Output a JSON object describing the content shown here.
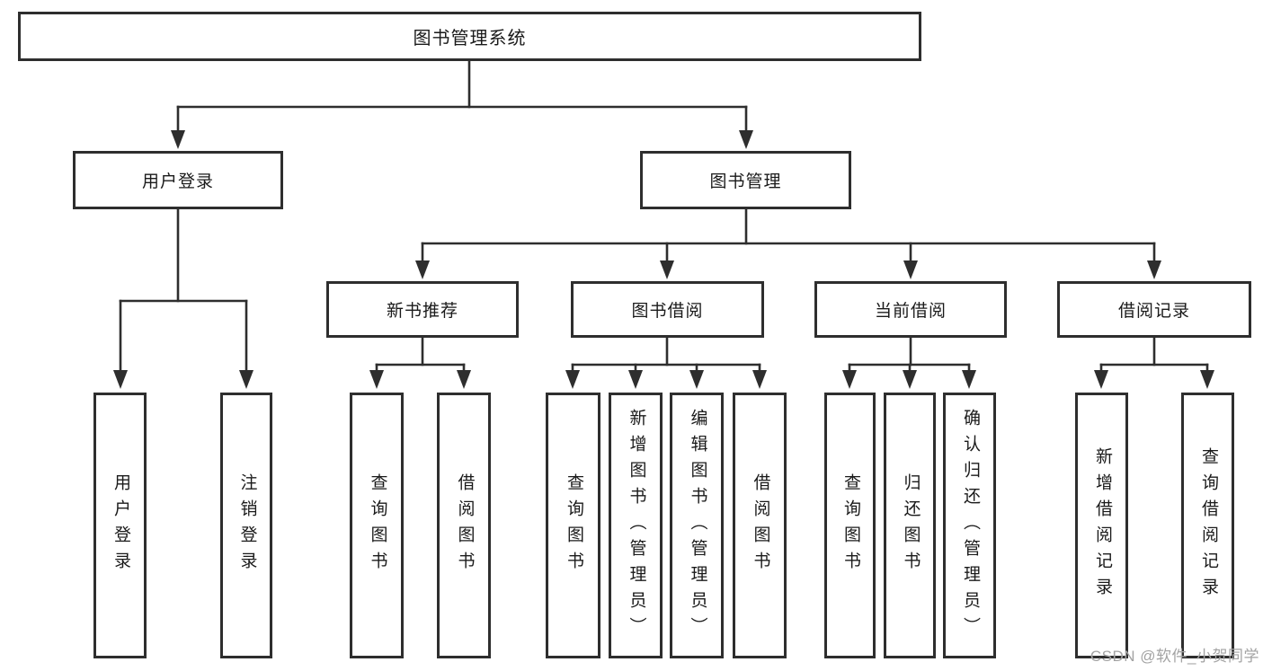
{
  "tree": {
    "root": {
      "label": "图书管理系统",
      "children": [
        {
          "label": "用户登录",
          "children": [
            {
              "label": "用户登录"
            },
            {
              "label": "注销登录"
            }
          ]
        },
        {
          "label": "图书管理",
          "children": [
            {
              "label": "新书推荐",
              "children": [
                {
                  "label": "查询图书"
                },
                {
                  "label": "借阅图书"
                }
              ]
            },
            {
              "label": "图书借阅",
              "children": [
                {
                  "label": "查询图书"
                },
                {
                  "label": "新增图书（管理员）"
                },
                {
                  "label": "编辑图书（管理员）"
                },
                {
                  "label": "借阅图书"
                }
              ]
            },
            {
              "label": "当前借阅",
              "children": [
                {
                  "label": "查询图书"
                },
                {
                  "label": "归还图书"
                },
                {
                  "label": "确认归还（管理员）"
                }
              ]
            },
            {
              "label": "借阅记录",
              "children": [
                {
                  "label": "新增借阅记录"
                },
                {
                  "label": "查询借阅记录"
                }
              ]
            }
          ]
        }
      ]
    }
  },
  "watermark": {
    "text": "CSDN @软件_小贺同学"
  },
  "colors": {
    "line": "#2e2e2e",
    "box_border": "#2e2e2e",
    "box_background": "#ffffff",
    "text": "#1a1a1a",
    "watermark_text": "#a3a3a3",
    "page_background": "#ffffff"
  }
}
